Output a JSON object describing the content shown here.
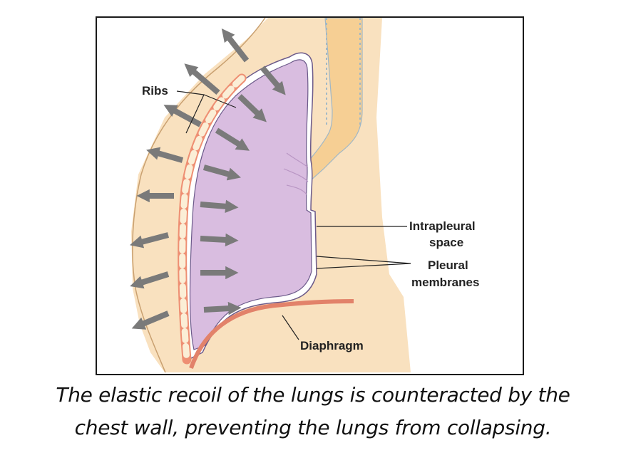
{
  "figure": {
    "labels": {
      "ribs": "Ribs",
      "intrapleural_line1": "Intrapleural",
      "intrapleural_line2": "space",
      "pleural_line1": "Pleural",
      "pleural_line2": "membranes",
      "diaphragm": "Diaphragm"
    },
    "colors": {
      "chest_wall": "#f9e1bf",
      "lung": "#d9bde0",
      "lung_edge": "#6c5a8a",
      "trachea": "#f6cf94",
      "rib": "#ee8f73",
      "diaphragm": "#e2826a",
      "arrow": "#7a7a7a"
    }
  },
  "caption": {
    "line1": "The elastic recoil of the lungs is counteracted by the",
    "line2": "chest wall, preventing the lungs from collapsing."
  }
}
